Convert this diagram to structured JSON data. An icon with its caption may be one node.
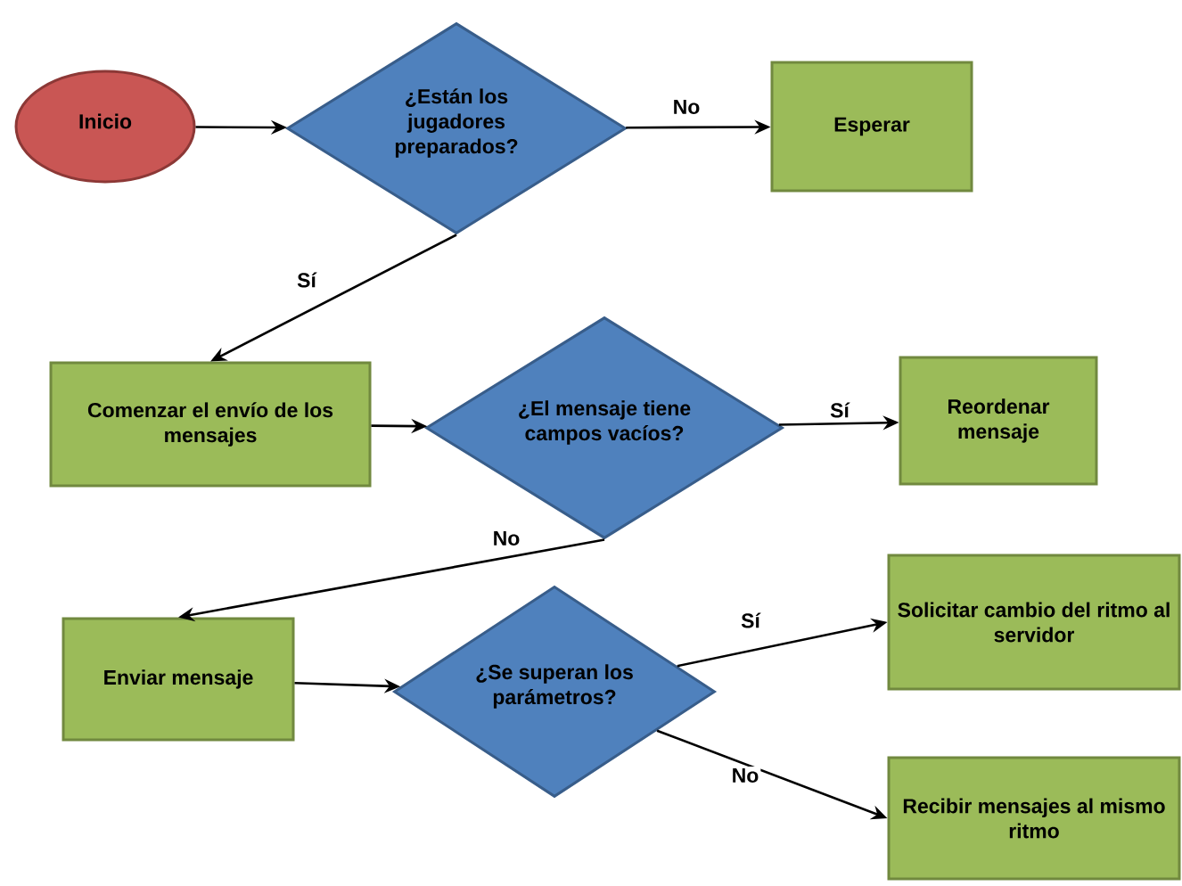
{
  "diagram": {
    "nodes": [
      {
        "text": [
          "Inicio"
        ]
      },
      {
        "text": [
          "¿Están los jugadores preparados?"
        ]
      },
      {
        "text": [
          "Esperar"
        ]
      },
      {
        "text": [
          "Comenzar el envío de los mensajes"
        ]
      },
      {
        "text": [
          "¿El mensaje tiene campos vacíos?"
        ]
      },
      {
        "text": [
          "Reordenar mensaje"
        ]
      },
      {
        "text": [
          "Enviar mensaje"
        ]
      },
      {
        "text": [
          "¿Se superan los parámetros?"
        ]
      },
      {
        "text": [
          "Solicitar cambio del ritmo al servidor"
        ]
      },
      {
        "text": [
          "Recibir mensajes al mismo ritmo"
        ]
      }
    ],
    "edges": [
      {
        "from": 0,
        "to": 1,
        "arrow": "to"
      },
      {
        "from": 1,
        "to": 2,
        "arrow": "to",
        "label": "No"
      },
      {
        "from": 1,
        "to": 3,
        "arrow": "to",
        "label": "Sí"
      },
      {
        "from": 3,
        "to": 4,
        "arrow": "to"
      },
      {
        "from": 4,
        "to": 5,
        "arrow": "to",
        "label": "Sí"
      },
      {
        "from": 4,
        "to": 6,
        "arrow": "to",
        "label": "No"
      },
      {
        "from": 6,
        "to": 7,
        "arrow": "to"
      },
      {
        "from": 7,
        "to": 8,
        "arrow": "to",
        "label": "Sí"
      },
      {
        "from": 7,
        "to": 9,
        "arrow": "to",
        "label": "No"
      }
    ]
  }
}
